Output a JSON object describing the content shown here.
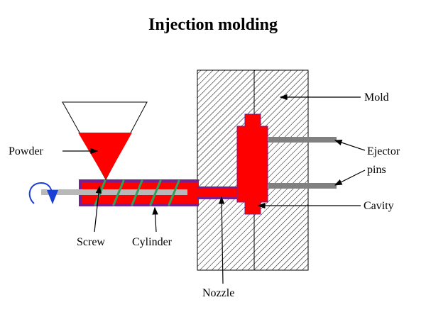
{
  "title": "Injection molding",
  "labels": {
    "mold": "Mold",
    "powder": "Powder",
    "ejector_line1": "Ejector",
    "ejector_line2": "pins",
    "cavity": "Cavity",
    "screw": "Screw",
    "cylinder": "Cylinder",
    "nozzle": "Nozzle"
  },
  "colors": {
    "melt": "#ff0000",
    "cylinder_wall": "#7a1f8f",
    "screw_flight": "#2fa05a",
    "shaft": "#b8b8b8",
    "ejector_pin": "#808080",
    "rotation_arrow": "#1a3fd6",
    "hatch": "#000000"
  },
  "icons": {
    "rotation": "rotation-arrow-icon"
  }
}
